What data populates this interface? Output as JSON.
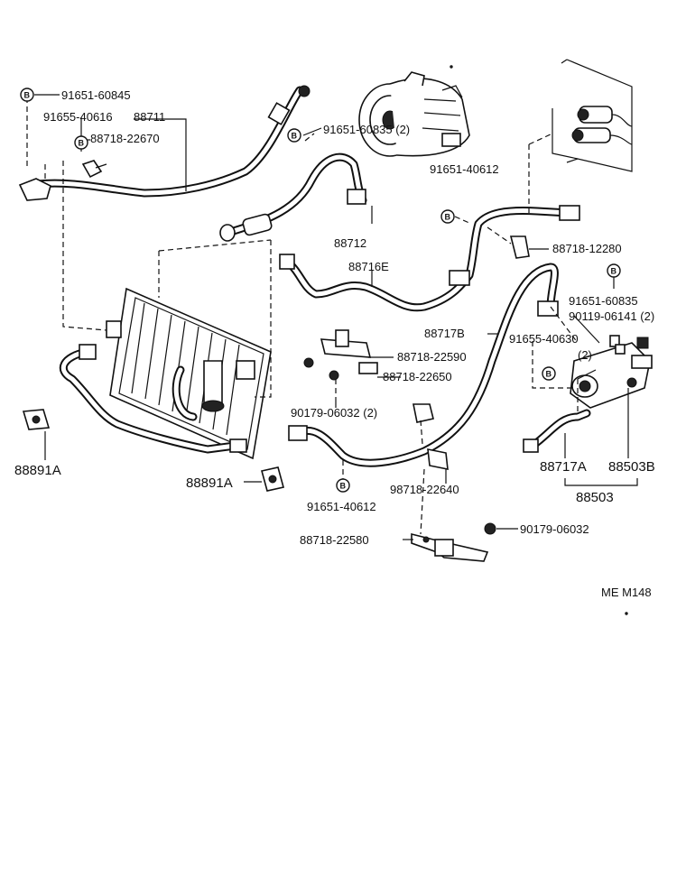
{
  "marker_symbol": "B",
  "labels": {
    "p91651_60845": "91651-60845",
    "p91655_40616": "91655-40616",
    "p88711": "88711",
    "p88718_22670": "88718-22670",
    "p91651_60835_2": "91651-60835 (2)",
    "p91651_40612_top": "91651-40612",
    "p88712": "88712",
    "p88716E": "88716E",
    "p88718_12280": "88718-12280",
    "p91651_60835": "91651-60835",
    "p90119_06141_2": "90119-06141 (2)",
    "p88717B": "88717B",
    "p91655_40630": "91655-40630",
    "p2_small": "(2)",
    "p88718_22590": "88718-22590",
    "p88718_22650": "88718-22650",
    "p90179_06032_2": "90179-06032 (2)",
    "p88891A_left": "88891A",
    "p88891A_mid": "88891A",
    "p98718_22640": "98718-22640",
    "p91651_40612_bottom": "91651-40612",
    "p88717A": "88717A",
    "p88503B": "88503B",
    "p88503": "88503",
    "p88718_22580": "88718-22580",
    "p90179_06032": "90179-06032",
    "figure_code": "ME M148"
  }
}
